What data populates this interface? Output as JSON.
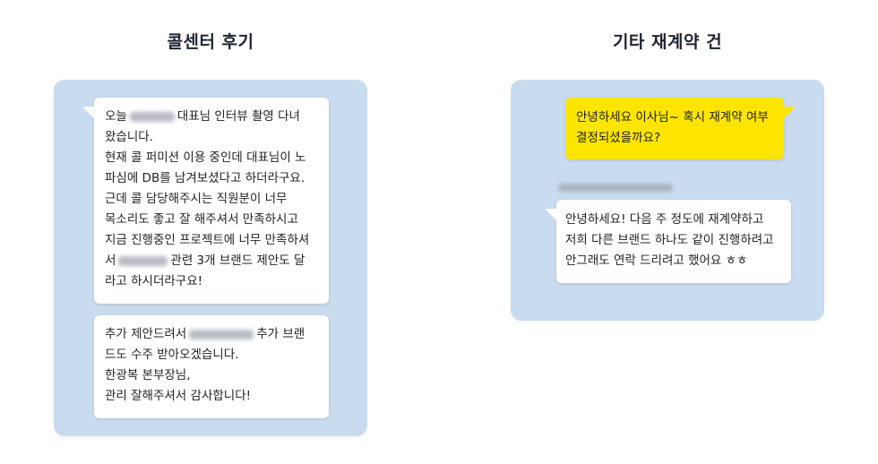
{
  "left": {
    "title": "콜센터 후기",
    "bubble1": {
      "l1_pre": "오늘",
      "l1_post": "대표님 인터뷰 촬영 다녀",
      "l2": "왔습니다.",
      "l3": "현재 콜 퍼미션 이용 중인데 대표님이 노",
      "l4": "파심에 DB를 남겨보셨다고 하더라구요.",
      "l5": "근데 콜 담당해주시는 직원분이 너무",
      "l6": "목소리도 좋고 잘 해주셔서 만족하시고",
      "l7": "지금 진행중인 프로젝트에 너무 만족하셔",
      "l8_pre": "서",
      "l8_post": "관련 3개 브랜드 제안도 달",
      "l9": "라고 하시더라구요!"
    },
    "bubble2": {
      "l1_pre": "추가 제안드려서",
      "l1_post": "추가 브랜",
      "l2": "드도 수주 받아오겠습니다.",
      "l3": "한광복 본부장님,",
      "l4": "관리 잘해주셔서 감사합니다!"
    }
  },
  "right": {
    "title": "기타 재계약 건",
    "outgoing": {
      "l1": "안녕하세요 이사님~ 혹시 재계약 여부",
      "l2": "결정되셨을까요?"
    },
    "incoming": {
      "l1": "안녕하세요! 다음 주 정도에 재계약하고",
      "l2": "저희 다른 브랜드 하나도 같이 진행하려고",
      "l3": "안그래도 연락 드리려고 했어요 ㅎㅎ"
    }
  },
  "colors": {
    "panel": "#c9dbee",
    "outgoing_bubble": "#fee500",
    "incoming_bubble": "#ffffff"
  }
}
